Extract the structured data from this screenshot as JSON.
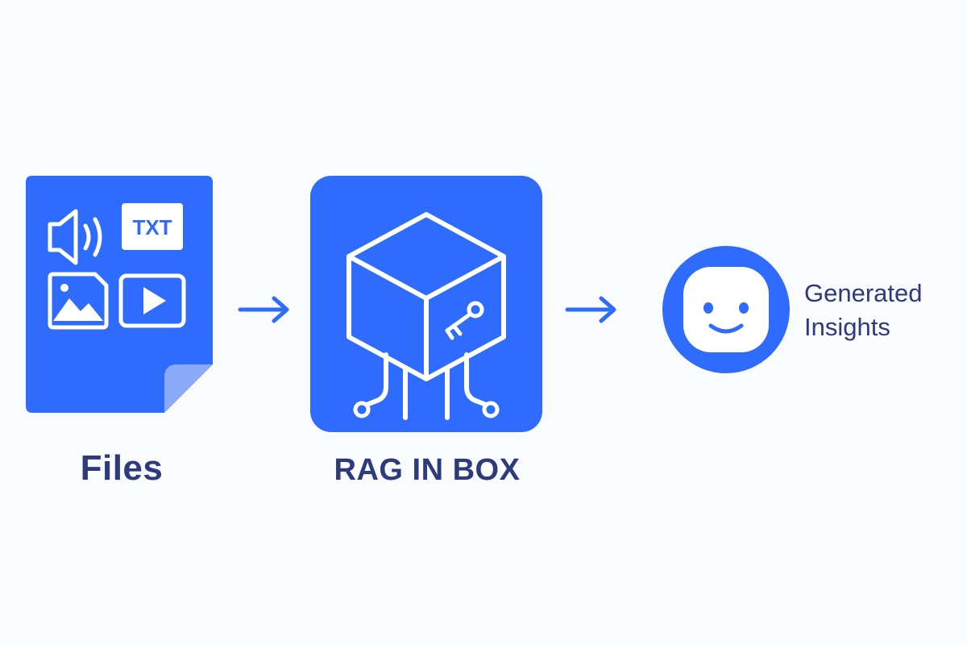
{
  "nodes": {
    "files": {
      "label": "Files",
      "txt_badge": "TXT"
    },
    "rag": {
      "label": "RAG IN BOX"
    },
    "insights": {
      "line1": "Generated",
      "line2": "Insights"
    }
  },
  "colors": {
    "primary": "#2f6bfc",
    "label": "#2d3b7d",
    "background": "#fafbfd",
    "fold": "#8aa9f8"
  },
  "icons": [
    "speaker-icon",
    "txt-badge-icon",
    "image-icon",
    "play-icon",
    "cube-icon",
    "key-icon",
    "circuit-icon",
    "smiley-icon",
    "arrow-right-icon"
  ]
}
